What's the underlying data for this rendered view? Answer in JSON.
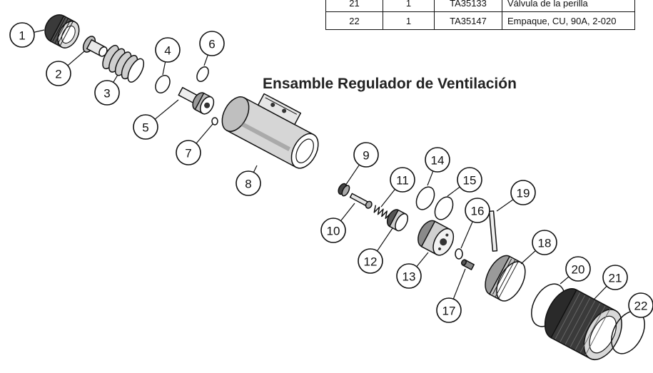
{
  "diagram_title": "Ensamble Regulador de Ventilación",
  "parts_table": {
    "rows": [
      {
        "ref": "21",
        "qty": "1",
        "part_number": "TA35133",
        "description": "Válvula de la perilla"
      },
      {
        "ref": "22",
        "qty": "1",
        "part_number": "TA35147",
        "description": "Empaque, CU, 90A, 2-020"
      }
    ]
  },
  "callouts": [
    {
      "label": "1",
      "name": "callout-1"
    },
    {
      "label": "2",
      "name": "callout-2"
    },
    {
      "label": "3",
      "name": "callout-3"
    },
    {
      "label": "4",
      "name": "callout-4"
    },
    {
      "label": "5",
      "name": "callout-5"
    },
    {
      "label": "6",
      "name": "callout-6"
    },
    {
      "label": "7",
      "name": "callout-7"
    },
    {
      "label": "8",
      "name": "callout-8"
    },
    {
      "label": "9",
      "name": "callout-9"
    },
    {
      "label": "10",
      "name": "callout-10"
    },
    {
      "label": "11",
      "name": "callout-11"
    },
    {
      "label": "12",
      "name": "callout-12"
    },
    {
      "label": "13",
      "name": "callout-13"
    },
    {
      "label": "14",
      "name": "callout-14"
    },
    {
      "label": "15",
      "name": "callout-15"
    },
    {
      "label": "16",
      "name": "callout-16"
    },
    {
      "label": "17",
      "name": "callout-17"
    },
    {
      "label": "18",
      "name": "callout-18"
    },
    {
      "label": "19",
      "name": "callout-19"
    },
    {
      "label": "20",
      "name": "callout-20"
    },
    {
      "label": "21",
      "name": "callout-21"
    },
    {
      "label": "22",
      "name": "callout-22"
    }
  ]
}
